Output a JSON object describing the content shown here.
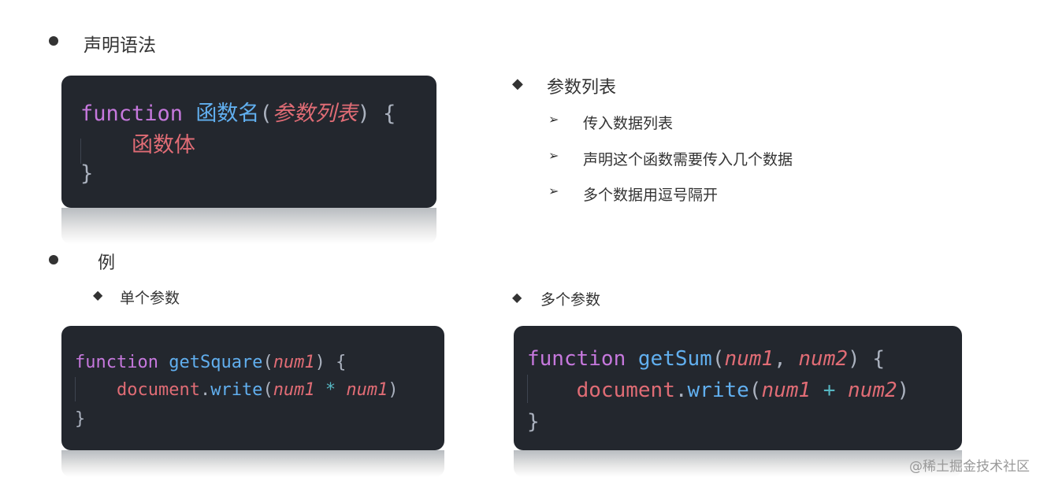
{
  "sections": {
    "syntax": {
      "bullet": "●",
      "label": "声明语法"
    },
    "params": {
      "bullet": "◆",
      "label": "参数列表",
      "items": [
        "传入数据列表",
        "声明这个函数需要传入几个数据",
        "多个数据用逗号隔开"
      ],
      "arrow": "➢"
    },
    "example": {
      "bullet": "●",
      "label": "例"
    },
    "single": {
      "bullet": "◆",
      "label": "单个参数"
    },
    "multi": {
      "bullet": "◆",
      "label": "多个参数"
    }
  },
  "code_blocks": [
    {
      "lines": [
        [
          [
            "kw",
            "function"
          ],
          [
            "pu",
            " "
          ],
          [
            "fn",
            "函数名"
          ],
          [
            "pu",
            "("
          ],
          [
            "pa",
            "参数列表"
          ],
          [
            "pu",
            ") {"
          ]
        ],
        [
          [
            "pu",
            "    "
          ],
          [
            "va",
            "函数体"
          ]
        ],
        [
          [
            "pu",
            "}"
          ]
        ]
      ]
    },
    {
      "lines": [
        [
          [
            "kw",
            "function"
          ],
          [
            "pu",
            " "
          ],
          [
            "fn",
            "getSquare"
          ],
          [
            "pu",
            "("
          ],
          [
            "pa",
            "num1"
          ],
          [
            "pu",
            ") {"
          ]
        ],
        [
          [
            "pu",
            "    "
          ],
          [
            "va",
            "document"
          ],
          [
            "pu",
            "."
          ],
          [
            "fn",
            "write"
          ],
          [
            "pu",
            "("
          ],
          [
            "pa",
            "num1"
          ],
          [
            "op",
            " * "
          ],
          [
            "pa",
            "num1"
          ],
          [
            "pu",
            ")"
          ]
        ],
        [
          [
            "pu",
            "}"
          ]
        ]
      ]
    },
    {
      "lines": [
        [
          [
            "kw",
            "function"
          ],
          [
            "pu",
            " "
          ],
          [
            "fn",
            "getSum"
          ],
          [
            "pu",
            "("
          ],
          [
            "pa",
            "num1"
          ],
          [
            "pu",
            ", "
          ],
          [
            "pa",
            "num2"
          ],
          [
            "pu",
            ") {"
          ]
        ],
        [
          [
            "pu",
            "    "
          ],
          [
            "va",
            "document"
          ],
          [
            "pu",
            "."
          ],
          [
            "fn",
            "write"
          ],
          [
            "pu",
            "("
          ],
          [
            "pa",
            "num1"
          ],
          [
            "op",
            " + "
          ],
          [
            "pa",
            "num2"
          ],
          [
            "pu",
            ")"
          ]
        ],
        [
          [
            "pu",
            "}"
          ]
        ]
      ]
    }
  ],
  "watermark": "@稀土掘金技术社区",
  "colors": {
    "code_bg": "#23272e",
    "keyword": "#c678dd",
    "function": "#61afef",
    "param": "#e06c75",
    "operator": "#56b6c2"
  }
}
